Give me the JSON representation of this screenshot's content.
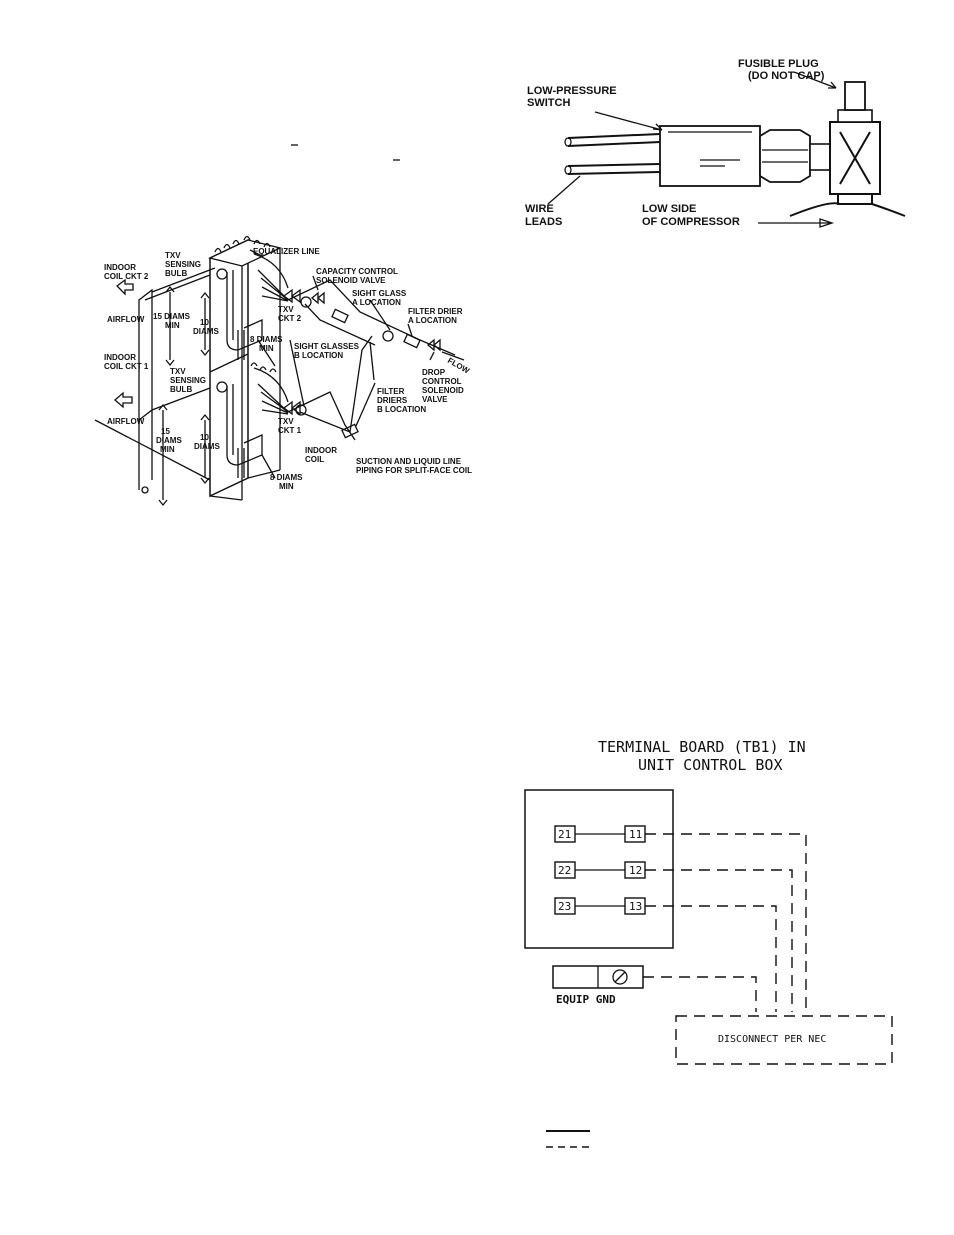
{
  "coil_diagram": {
    "labels": {
      "indoor_coil_ckt2": [
        "INDOOR",
        "COIL CKT 2"
      ],
      "airflow_top": "AIRFLOW",
      "indoor_coil_ckt1": [
        "INDOOR",
        "COIL CKT 1"
      ],
      "airflow_bottom": "AIRFLOW",
      "txv_bulb_top": [
        "TXV",
        "SENSING",
        "BULB"
      ],
      "txv_bulb_bottom": [
        "TXV",
        "SENSING",
        "BULB"
      ],
      "equalizer_line": "EQUALIZER LINE",
      "capacity_control": [
        "CAPACITY CONTROL",
        "SOLENOID VALVE"
      ],
      "sight_glass_a": [
        "SIGHT GLASS",
        "A LOCATION"
      ],
      "filter_drier_a": [
        "FILTER DRIER",
        "A LOCATION"
      ],
      "flow": "FLOW",
      "drop_control": [
        "DROP",
        "CONTROL",
        "SOLENOID",
        "VALVE"
      ],
      "diams_15_top": [
        "15 DIAMS",
        "MIN"
      ],
      "diams_10_top": [
        "10",
        "DIAMS"
      ],
      "diams_8_top": [
        "8 DIAMS",
        "MIN"
      ],
      "txv_ckt2": [
        "TXV",
        "CKT 2"
      ],
      "sight_glasses_b": [
        "SIGHT GLASSES",
        "B LOCATION"
      ],
      "filter_driers_b": [
        "FILTER",
        "DRIERS",
        "B LOCATION"
      ],
      "txv_ckt1": [
        "TXV",
        "CKT 1"
      ],
      "diams_15_bottom": [
        "15",
        "DIAMS",
        "MIN"
      ],
      "diams_10_bottom": [
        "10",
        "DIAMS"
      ],
      "indoor_coil": [
        "INDOOR",
        "COIL"
      ],
      "diams_8_bottom": [
        "8 DIAMS",
        "MIN"
      ],
      "caption": [
        "SUCTION AND LIQUID LINE",
        "PIPING FOR SPLIT-FACE COIL"
      ]
    }
  },
  "switch_diagram": {
    "labels": {
      "fusible_plug": [
        "FUSIBLE PLUG",
        "(DO NOT CAP)"
      ],
      "low_pressure_switch": [
        "LOW-PRESSURE",
        "SWITCH"
      ],
      "wire_leads": [
        "WIRE",
        "LEADS"
      ],
      "low_side": [
        "LOW SIDE",
        "OF COMPRESSOR"
      ]
    }
  },
  "wiring_diagram": {
    "title": [
      "TERMINAL BOARD (TB1) IN",
      "UNIT CONTROL BOX"
    ],
    "terminals_left": [
      "21",
      "22",
      "23"
    ],
    "terminals_right": [
      "11",
      "12",
      "13"
    ],
    "equip_gnd": "EQUIP GND",
    "disconnect": "DISCONNECT PER NEC"
  }
}
